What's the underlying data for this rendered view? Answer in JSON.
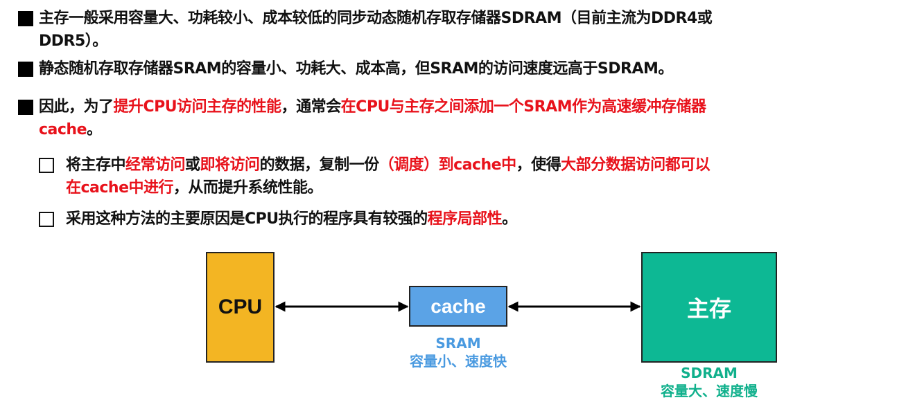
{
  "bullets": [
    {
      "lines": [
        [
          {
            "t": "主存一般采用容量大、功耗较小、成本较低的同步动态随机存取存储器SDRAM（目前主流为DDR4或",
            "c": "black"
          }
        ],
        [
          {
            "t": "DDR5）。",
            "c": "black"
          }
        ]
      ]
    },
    {
      "lines": [
        [
          {
            "t": "静态随机存取存储器SRAM的容量小、功耗大、成本高，但SRAM的访问速度远高于SDRAM。",
            "c": "black"
          }
        ]
      ]
    },
    {
      "lines": [
        [
          {
            "t": "因此，为了",
            "c": "black"
          },
          {
            "t": "提升CPU访问主存的性能",
            "c": "red"
          },
          {
            "t": "，通常会",
            "c": "black"
          },
          {
            "t": "在CPU与主存之间添加一个SRAM作为高速缓冲存储器",
            "c": "red"
          }
        ],
        [
          {
            "t": "cache",
            "c": "red"
          },
          {
            "t": "。",
            "c": "black"
          }
        ]
      ]
    }
  ],
  "sub_bullets": [
    {
      "lines": [
        [
          {
            "t": "将主存中",
            "c": "black"
          },
          {
            "t": "经常访问",
            "c": "red"
          },
          {
            "t": "或",
            "c": "black"
          },
          {
            "t": "即将访问",
            "c": "red"
          },
          {
            "t": "的数据，复制一份",
            "c": "black"
          },
          {
            "t": "（调度）到cache中",
            "c": "red"
          },
          {
            "t": "，使得",
            "c": "black"
          },
          {
            "t": "大部分数据访问都可以",
            "c": "red"
          }
        ],
        [
          {
            "t": "在cache中进行",
            "c": "red"
          },
          {
            "t": "，从而提升系统性能。",
            "c": "black"
          }
        ]
      ]
    },
    {
      "lines": [
        [
          {
            "t": "采用这种方法的主要原因是CPU执行的程序具有较强的",
            "c": "black"
          },
          {
            "t": "程序局部性",
            "c": "red"
          },
          {
            "t": "。",
            "c": "black"
          }
        ]
      ]
    }
  ],
  "colors": {
    "red": "#e8121b",
    "black": "#111111",
    "cpu": "#f3b523",
    "cache": "#5ba3e6",
    "memory": "#0db894",
    "cache_caption": "#4a9ae0",
    "memory_caption": "#10b08c"
  },
  "diagram": {
    "cpu": {
      "label": "CPU"
    },
    "cache": {
      "label": "cache",
      "caption_type": "SRAM",
      "caption_desc": "容量小、速度快"
    },
    "memory": {
      "label": "主存",
      "caption_type": "SDRAM",
      "caption_desc": "容量大、速度慢"
    }
  }
}
